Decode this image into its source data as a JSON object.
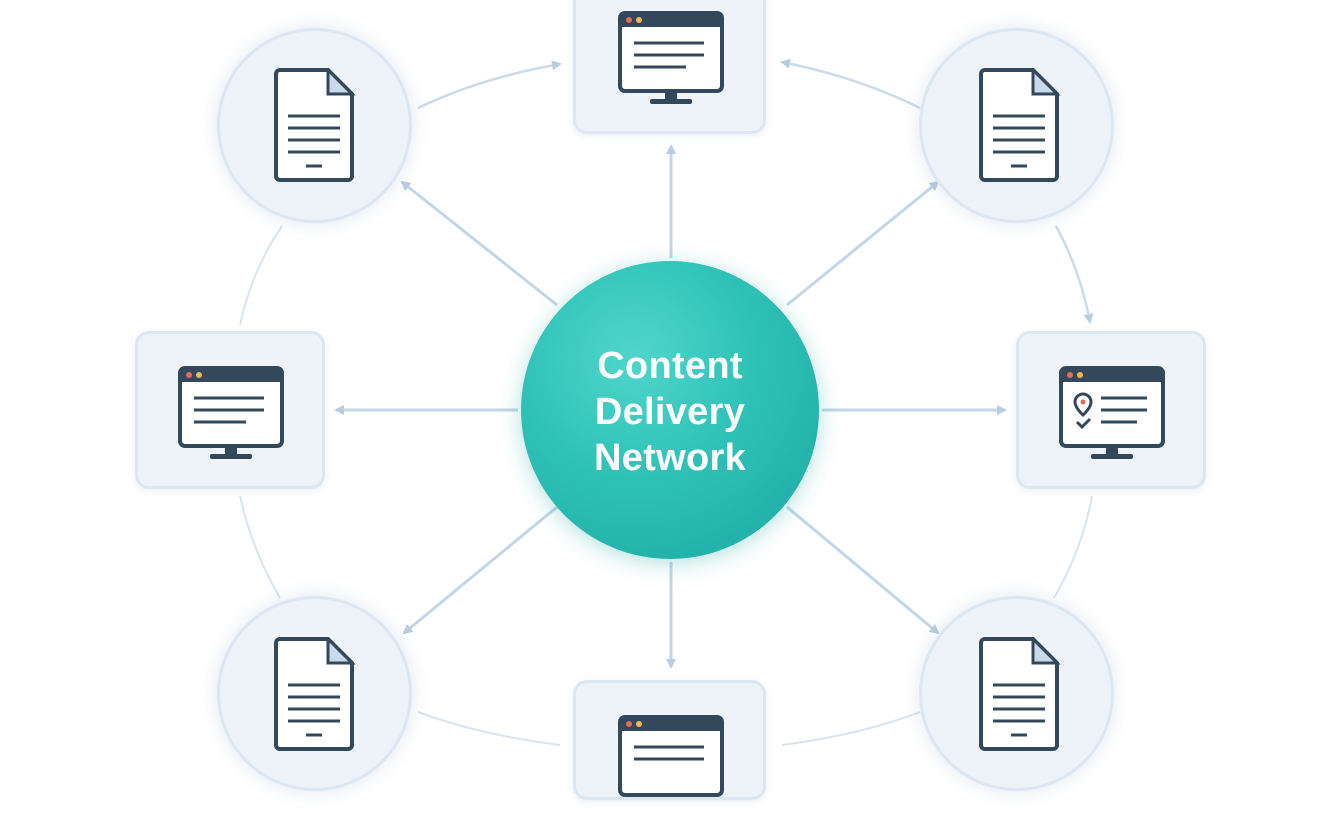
{
  "hub": {
    "lines": [
      "Content",
      "Delivery",
      "Network"
    ]
  },
  "nodes": [
    {
      "id": "top",
      "icon": "monitor-icon"
    },
    {
      "id": "top-left",
      "icon": "document-icon"
    },
    {
      "id": "top-right",
      "icon": "document-icon"
    },
    {
      "id": "left",
      "icon": "monitor-icon"
    },
    {
      "id": "right",
      "icon": "monitor-map-pin-icon"
    },
    {
      "id": "bottom-left",
      "icon": "document-icon"
    },
    {
      "id": "bottom-right",
      "icon": "document-icon"
    },
    {
      "id": "bottom",
      "icon": "monitor-icon"
    }
  ],
  "colors": {
    "hub": "#2ec1b6",
    "node_fill": "#eef3fa",
    "node_border": "#dde7f3",
    "arrow": "#b9cde2",
    "icon_stroke": "#34485b",
    "window_dot_red": "#e66a5b",
    "window_dot_yellow": "#f0b84d"
  }
}
